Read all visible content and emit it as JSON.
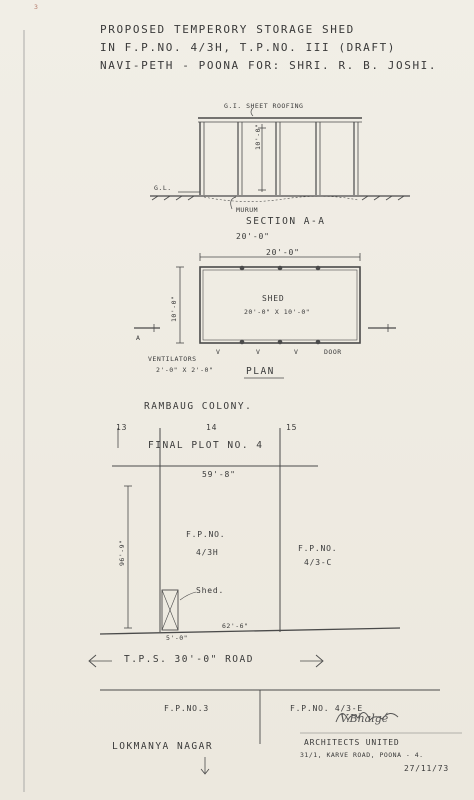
{
  "sheet_number": "3",
  "title": {
    "line1": "PROPOSED TEMPERORY STORAGE SHED",
    "line2": "IN F.P.NO. 4/3H, T.P.NO. III (DRAFT)",
    "line3": "NAVI-PETH - POONA FOR: SHRI. R. B. JOSHI."
  },
  "section": {
    "roof_label": "G.I. SHEET ROOFING",
    "height_dim": "10'-0\"",
    "ground_label": "G.L.",
    "murum_label": "MURUM",
    "title": "SECTION A-A",
    "width_dim": "20'-0\""
  },
  "plan": {
    "width_dim": "20'-0\"",
    "depth_dim": "10'-0\"",
    "room_name": "SHED",
    "room_size": "20'-0\" X 10'-0\"",
    "section_mark_left": "A",
    "ventilators": "VENTILATORS",
    "ventilator_size": "2'-0\" X 2'-0\"",
    "vent_marks": [
      "V",
      "V",
      "V"
    ],
    "door": "DOOR",
    "title": "PLAN"
  },
  "site": {
    "colony": "RAMBAUG COLONY.",
    "plot_numbers": [
      "13",
      "14",
      "15"
    ],
    "final_plot": "FINAL PLOT NO. 4",
    "top_dim": "59'-8\"",
    "side_dim": "96'-9\"",
    "fp_main_line1": "F.P.NO.",
    "fp_main_line2": "4/3H",
    "fp_right_line1": "F.P.NO.",
    "fp_right_line2": "4/3-C",
    "shed_label": "Shed.",
    "bottom_dim": "62'-6\"",
    "setback_dim": "5'-0\"",
    "road": "T.P.S. 30'-0\" ROAD",
    "fp3": "F.P.NO.3",
    "fp3e": "F.P.NO. 4/3-E",
    "nagar": "LOKMANYA NAGAR"
  },
  "footer": {
    "signature": "V.Bhalgé",
    "firm": "ARCHITECTS UNITED",
    "address": "31/1, KARVE ROAD, POONA - 4.",
    "date": "27/11/73"
  }
}
